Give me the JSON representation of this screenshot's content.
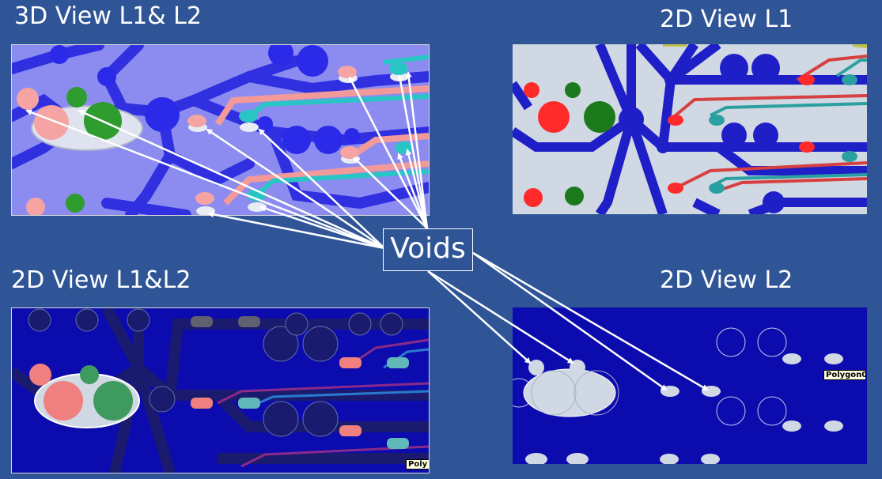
{
  "titles": {
    "view_3d": "3D View L1& L2",
    "view_l1": "2D View L1",
    "view_l1l2": "2D View L1&L2",
    "view_l2": "2D View L2"
  },
  "callout": {
    "label": "Voids"
  },
  "tags": {
    "l2_polygon": "Polygon0",
    "l1l2_polygon": "Poly"
  },
  "colors": {
    "slide_background": "#2f5597",
    "copper_blue": "#1f1fc8",
    "board_gray": "#d0d8e4",
    "pad_red": "#ff2a2a",
    "pad_green": "#1c7a1c",
    "trace_teal": "#2aa0a0",
    "plane_blue": "#0c0cae",
    "arrow_white": "#ffffff"
  }
}
